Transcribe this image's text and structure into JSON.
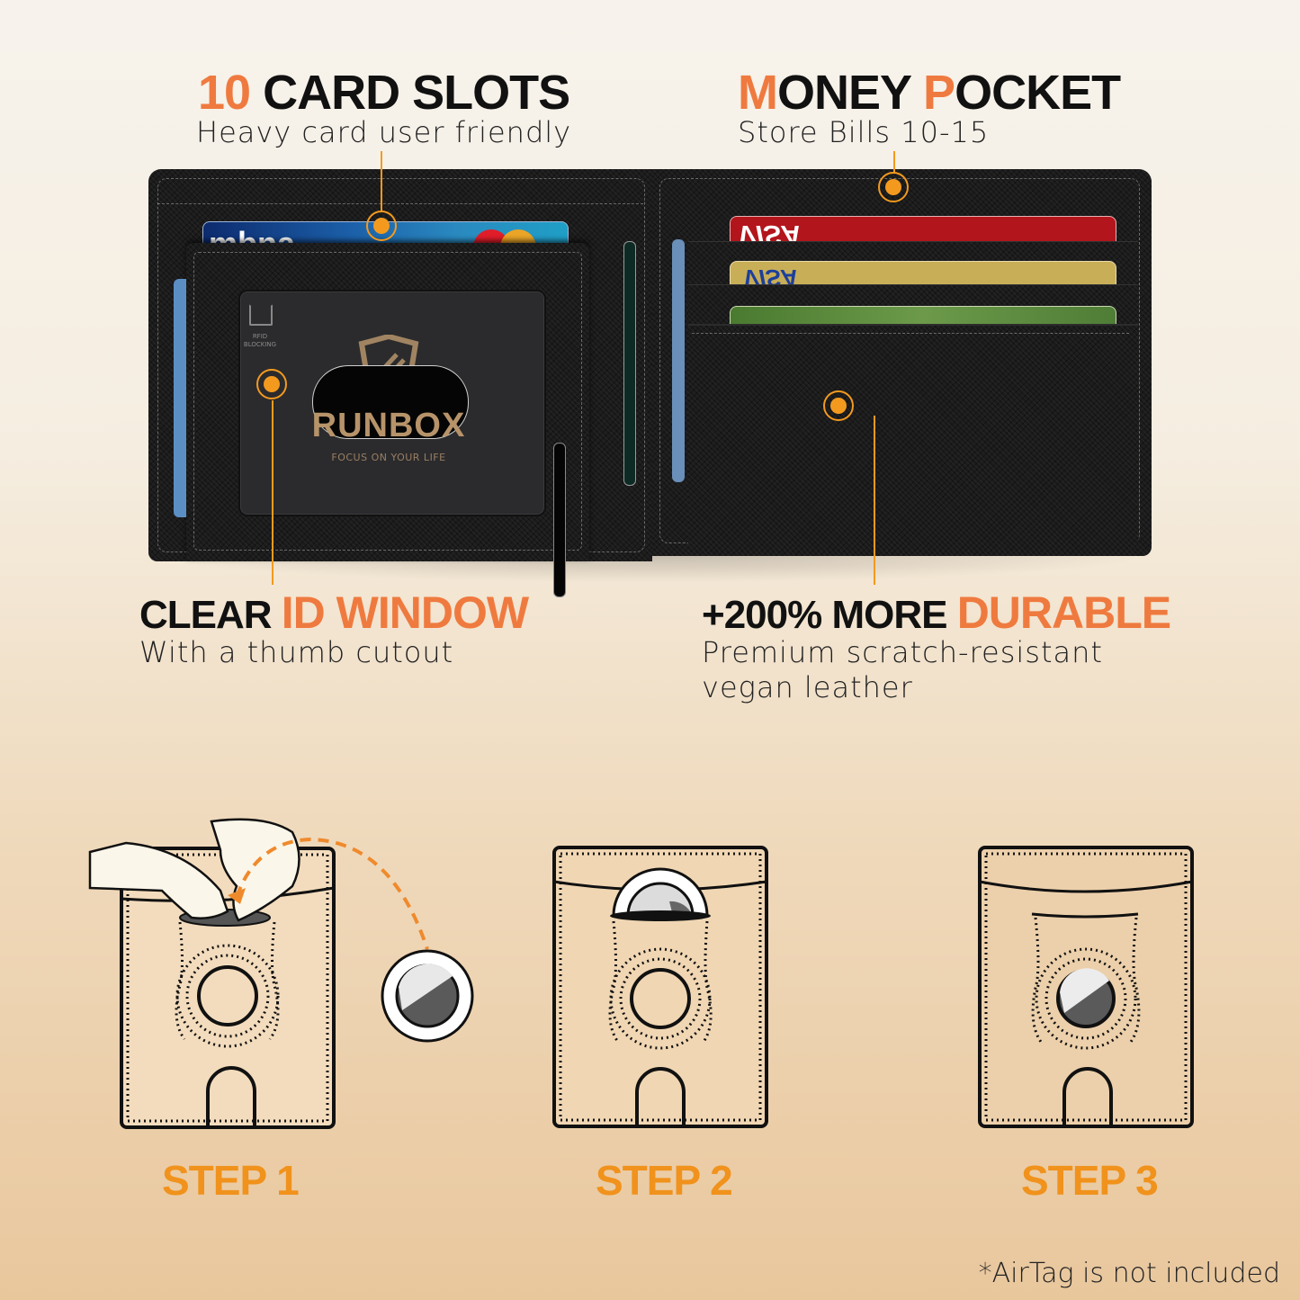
{
  "features": {
    "card_slots": {
      "number": "10",
      "title": "CARD SLOTS",
      "subtitle": "Heavy card user friendly"
    },
    "money_pocket": {
      "title_m": "M",
      "title_oney": "ONEY ",
      "title_p": "P",
      "title_ocket": "OCKET",
      "subtitle": "Store Bills 10-15"
    },
    "id_window": {
      "title_black": "CLEAR ",
      "title_orange": "ID WINDOW",
      "subtitle": "With a thumb cutout"
    },
    "durable": {
      "title_black": "+200% MORE ",
      "title_orange": "DURABLE",
      "subtitle_line1": "Premium scratch-resistant",
      "subtitle_line2": "vegan leather"
    }
  },
  "wallet": {
    "brand": "RUNBOX",
    "tagline": "FOCUS ON YOUR LIFE",
    "rfid_line1": "RFID",
    "rfid_line2": "BLOCKING",
    "cards": [
      {
        "label": "mbna",
        "color": "#1b5fa8"
      },
      {
        "label": "VISA",
        "color": "#b3151c"
      },
      {
        "label": "VISA",
        "color": "#c9ae58"
      },
      {
        "label": "",
        "color": "#5d8a3c"
      }
    ]
  },
  "steps": [
    {
      "label": "STEP 1"
    },
    {
      "label": "STEP 2"
    },
    {
      "label": "STEP 3"
    }
  ],
  "footnote": "*AirTag is not included",
  "colors": {
    "accent_orange": "#ef7a3f",
    "step_orange": "#f0921c",
    "pin_orange": "#f39a1e",
    "leather": "#1b1b1c"
  }
}
